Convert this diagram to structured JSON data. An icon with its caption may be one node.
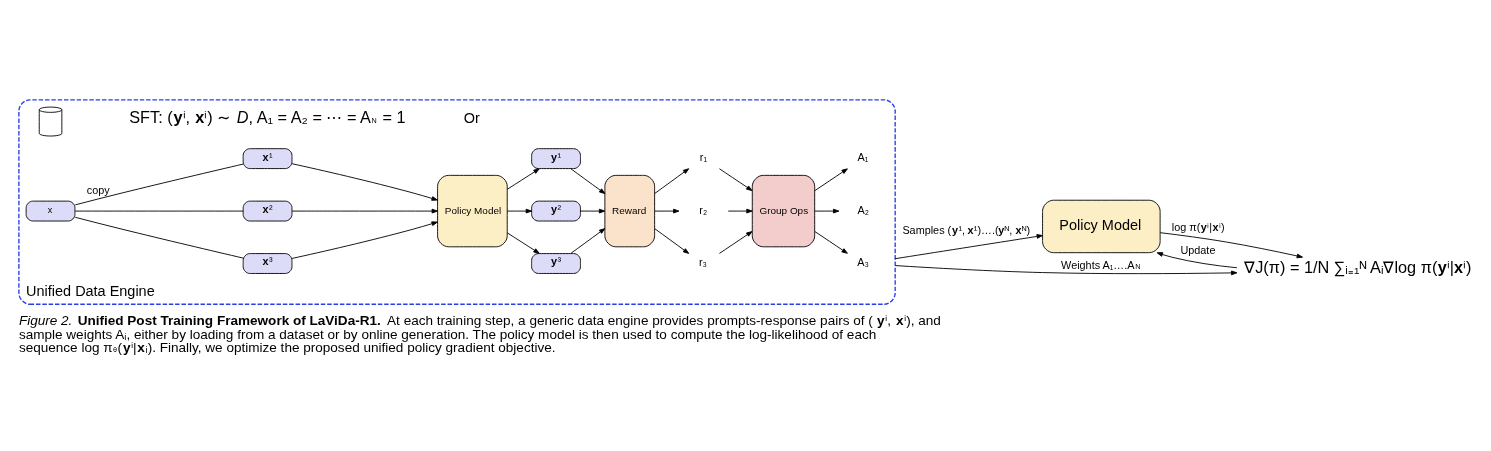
{
  "diagram": {
    "caption": "*Figure 2.* **Unified Post Training Framework of LaViDa-R1.** At each training step, a generic data engine provides prompts-response pairs of (**y**ⁱ, **x**ⁱ), and sample weights Aᵢ, either by loading from a dataset or by online generation. The policy model is then used to compute the log-likelihood of each sequence log π$_{θ}$(**y**ⁱ|**x**ᵢ). Finally, we optimize the proposed unified policy gradient objective.",
    "nodes": [
      {
        "text": [
          "Unified Data Engine"
        ]
      },
      {
        "text": [],
        "shape": "cylinder",
        "in": 0
      },
      {
        "text": [
          "SFT: (**y**ⁱ, **x**ⁱ) ∼ *D*, A₁ = A₂ = ⋯ = A$_{N}$ = 1"
        ],
        "in": 0
      },
      {
        "text": [
          "x"
        ],
        "in": 0
      },
      {
        "text": [
          "**x**¹"
        ],
        "in": 0
      },
      {
        "text": [
          "**x**²"
        ],
        "in": 0
      },
      {
        "text": [
          "**x**³"
        ],
        "in": 0
      },
      {
        "text": [
          "Policy Model"
        ],
        "in": 0
      },
      {
        "text": [
          "**y**¹"
        ],
        "in": 0
      },
      {
        "text": [
          "**y**²"
        ],
        "in": 0
      },
      {
        "text": [
          "**y**³"
        ],
        "in": 0
      },
      {
        "text": [
          "Reward"
        ],
        "in": 0
      },
      {
        "text": [
          "r₁"
        ],
        "in": 0
      },
      {
        "text": [
          "r₂"
        ],
        "in": 0
      },
      {
        "text": [
          "r₃"
        ],
        "in": 0
      },
      {
        "text": [
          "Group Ops"
        ],
        "in": 0
      },
      {
        "text": [
          "A₁"
        ],
        "in": 0
      },
      {
        "text": [
          "A₂"
        ],
        "in": 0
      },
      {
        "text": [
          "A₃"
        ],
        "in": 0
      },
      {
        "text": [
          "Policy Model"
        ]
      },
      {
        "text": [
          "∇J(π) = 1/N ∑ᵢ₌₁ᴺ Aᵢ∇log π(**y**ⁱ|**x**ⁱ)"
        ]
      }
    ],
    "edges": [
      {
        "from": 3,
        "to": 4,
        "arrow": "none",
        "label": "copy"
      },
      {
        "from": 3,
        "to": 5,
        "arrow": "none"
      },
      {
        "from": 3,
        "to": 6,
        "arrow": "none"
      },
      {
        "from": 4,
        "to": 7,
        "arrow": "to"
      },
      {
        "from": 5,
        "to": 7,
        "arrow": "to"
      },
      {
        "from": 6,
        "to": 7,
        "arrow": "to"
      },
      {
        "from": 7,
        "to": 8,
        "arrow": "to"
      },
      {
        "from": 7,
        "to": 9,
        "arrow": "to"
      },
      {
        "from": 7,
        "to": 10,
        "arrow": "to"
      },
      {
        "from": 8,
        "to": 11,
        "arrow": "to"
      },
      {
        "from": 9,
        "to": 11,
        "arrow": "to"
      },
      {
        "from": 10,
        "to": 11,
        "arrow": "to"
      },
      {
        "from": 11,
        "to": 12,
        "arrow": "to"
      },
      {
        "from": 11,
        "to": 13,
        "arrow": "to"
      },
      {
        "from": 11,
        "to": 14,
        "arrow": "to"
      },
      {
        "from": 12,
        "to": 15,
        "arrow": "to"
      },
      {
        "from": 13,
        "to": 15,
        "arrow": "to"
      },
      {
        "from": 14,
        "to": 15,
        "arrow": "to"
      },
      {
        "from": 15,
        "to": 16,
        "arrow": "to"
      },
      {
        "from": 15,
        "to": 17,
        "arrow": "to"
      },
      {
        "from": 15,
        "to": 18,
        "arrow": "to"
      },
      {
        "from": 0,
        "to": 19,
        "arrow": "to",
        "label": "Samples (**y**¹, **x**¹)….(**y**ᴺ, **x**ᴺ)"
      },
      {
        "from": 19,
        "to": 20,
        "arrow": "to",
        "label": "log π(**y**ⁱ|**x**ⁱ)"
      },
      {
        "from": 0,
        "to": 20,
        "arrow": "to",
        "label": "Weights A₁….A$_{N}$"
      },
      {
        "from": 20,
        "to": 19,
        "arrow": "to",
        "label": "Update"
      }
    ],
    "labels": [
      "Or"
    ]
  }
}
